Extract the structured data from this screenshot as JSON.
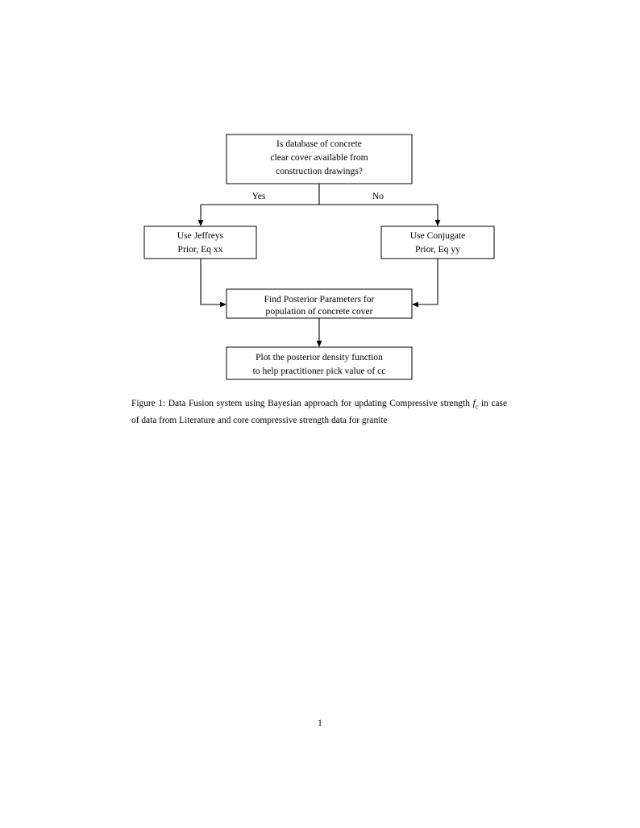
{
  "figure": {
    "nodes": {
      "decision": {
        "id": "decision-database-available",
        "lines": [
          "Is database of concrete",
          "clear cover available from",
          "construction drawings?"
        ]
      },
      "jeffreys": {
        "id": "use-jeffreys-prior",
        "lines": [
          "Use Jeffreys",
          "Prior, Eq xx"
        ]
      },
      "conjugate": {
        "id": "use-conjugate-prior",
        "lines": [
          "Use Conjugate",
          "Prior, Eq yy"
        ]
      },
      "posterior": {
        "id": "find-posterior-parameters",
        "lines": [
          "Find Posterior Parameters for",
          "population of concrete cover"
        ]
      },
      "plot": {
        "id": "plot-posterior-density",
        "lines": [
          "Plot the posterior density function",
          "to help practitioner pick value of cc"
        ]
      }
    },
    "branch_labels": {
      "yes": "Yes",
      "no": "No"
    },
    "stroke_color": "#000000",
    "fill_color": "#ffffff"
  },
  "caption": {
    "label": "Figure 1:",
    "text_before_math": " Data Fusion system using Bayesian approach for updating Compressive strength ",
    "math_variable": "f",
    "math_subscript": "c",
    "text_after_math": " in case of data from Literature and core compressive strength data for granite"
  },
  "page": {
    "number": "1"
  }
}
